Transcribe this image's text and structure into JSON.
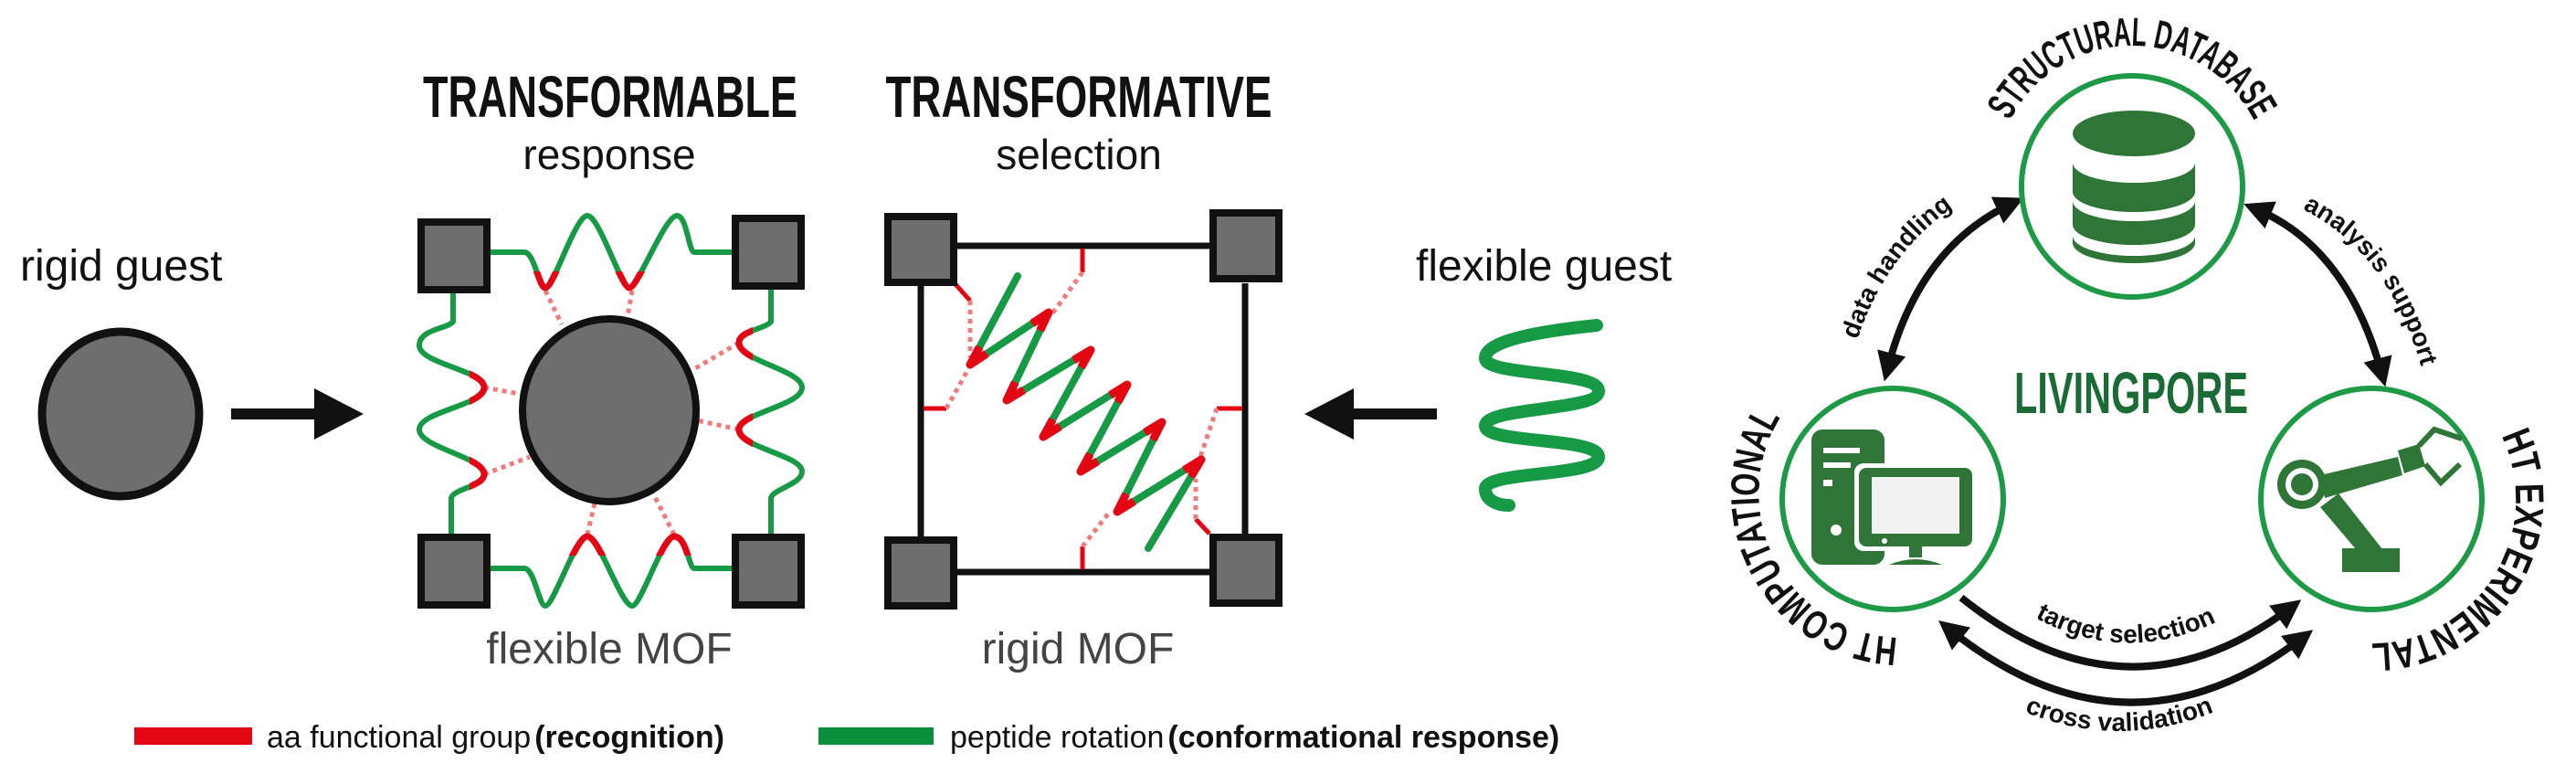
{
  "left_panel": {
    "rigid_guest_label": "rigid guest",
    "flexible_guest_label": "flexible guest",
    "transformable": {
      "title": "TRANSFORMABLE",
      "subtitle": "response",
      "frame_label": "flexible MOF"
    },
    "transformative": {
      "title": "TRANSFORMATIVE",
      "subtitle": "selection",
      "frame_label": "rigid MOF"
    },
    "legend": [
      {
        "color": "#e30613",
        "label": "aa functional group ",
        "emphasis": "(recognition)"
      },
      {
        "color": "#0a8f3c",
        "label": "peptide rotation ",
        "emphasis": "(conformational response)"
      }
    ]
  },
  "cycle": {
    "center_label": "LIVINGPORE",
    "nodes": [
      {
        "label": "STRUCTURAL DATABASE",
        "icon": "database-icon"
      },
      {
        "label": "HT COMPUTATIONAL",
        "icon": "computer-icon"
      },
      {
        "label": "HT EXPERIMENTAL",
        "icon": "robot-arm-icon"
      }
    ],
    "links": [
      {
        "label": "data handling"
      },
      {
        "label": "analysis support"
      },
      {
        "label": "target selection"
      },
      {
        "label": "cross validation"
      }
    ]
  },
  "colors": {
    "recognition_red": "#e30613",
    "peptide_green": "#179a45",
    "node_ring_green": "#1e9a46",
    "icon_green": "#2f7537",
    "center_label_green": "#1a6b35",
    "guest_grey": "#6e6e6e"
  }
}
